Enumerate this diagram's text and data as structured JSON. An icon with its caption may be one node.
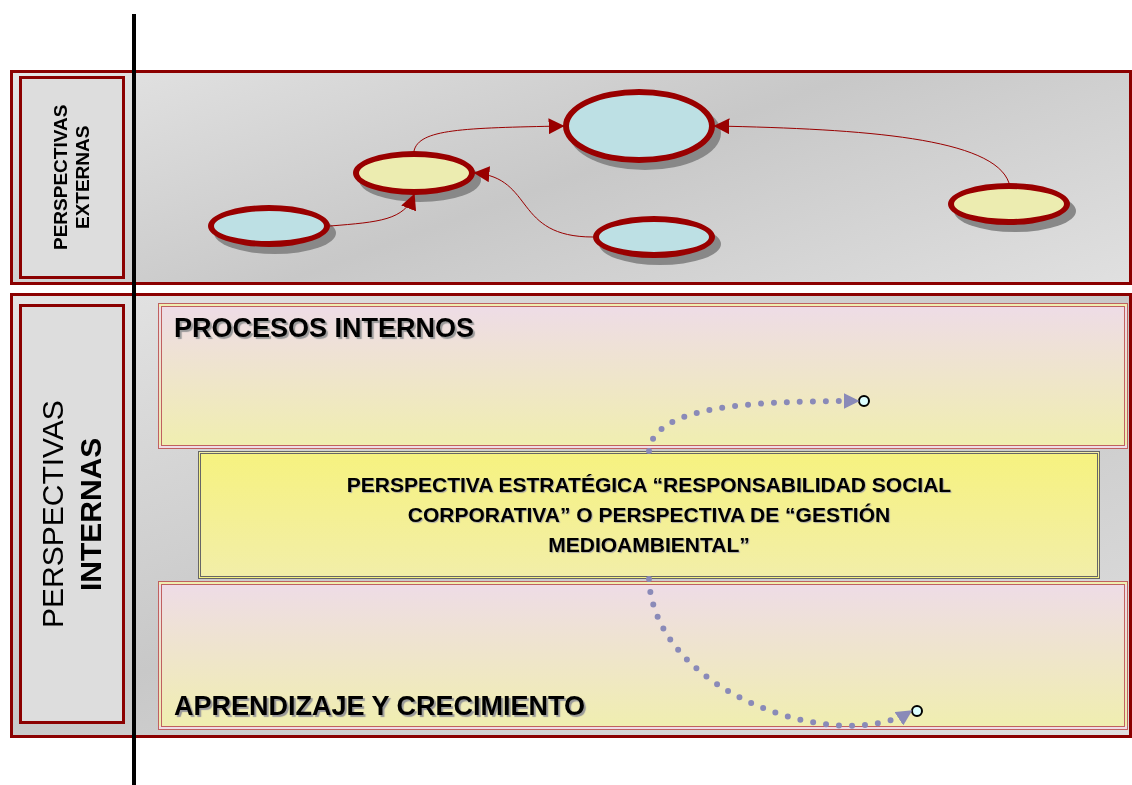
{
  "diagram": {
    "nodes": [
      {
        "text": [
          "PERSPECTIVAS EXTERNAS"
        ]
      },
      {
        "text": [],
        "shape": "ellipse",
        "in": 0
      },
      {
        "text": [],
        "shape": "ellipse",
        "in": 0
      },
      {
        "text": [],
        "shape": "ellipse",
        "in": 0
      },
      {
        "text": [],
        "shape": "ellipse",
        "in": 0
      },
      {
        "text": [],
        "shape": "ellipse",
        "in": 0
      },
      {
        "text": [
          "PERSPECTIVAS **INTERNAS**"
        ]
      },
      {
        "text": [
          "PROCESOS INTERNOS"
        ],
        "in": 6
      },
      {
        "text": [
          "PERSPECTIVA ESTRATÉGICA “RESPONSABILIDAD SOCIAL CORPORATIVA” O PERSPECTIVA DE “GESTIÓN MEDIOAMBIENTAL”"
        ],
        "in": 6
      },
      {
        "text": [
          "APRENDIZAJE Y CRECIMIENTO"
        ],
        "in": 6
      },
      {
        "text": [],
        "shape": "circle",
        "in": 7
      },
      {
        "text": [],
        "shape": "circle",
        "in": 9
      }
    ],
    "edges": [
      {
        "from": 1,
        "to": 2,
        "arrow": "to"
      },
      {
        "from": 2,
        "to": 3,
        "arrow": "to"
      },
      {
        "from": 4,
        "to": 2,
        "arrow": "to"
      },
      {
        "from": 5,
        "to": 3,
        "arrow": "to"
      },
      {
        "from": 8,
        "to": 10,
        "arrow": "to",
        "style": "dashed",
        "color": "#8a8ab8"
      },
      {
        "from": 8,
        "to": 11,
        "arrow": "to",
        "style": "dashed",
        "color": "#8a8ab8"
      }
    ]
  }
}
